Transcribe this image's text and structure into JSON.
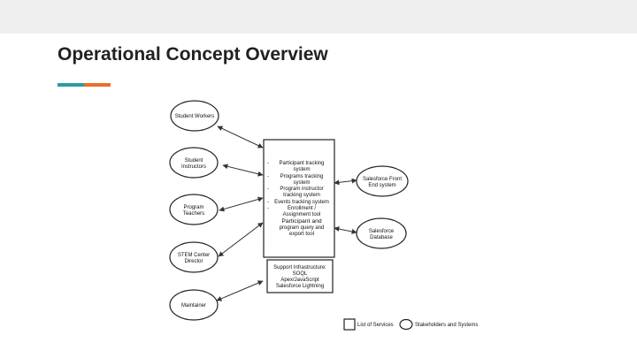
{
  "slide": {
    "title": "Operational Concept Overview",
    "colors": {
      "accent_teal": "#2e9aa4",
      "accent_orange": "#e8702a",
      "band": "#efefef"
    }
  },
  "diagram": {
    "stakeholders": [
      {
        "lines": [
          "Student Workers"
        ]
      },
      {
        "lines": [
          "Student",
          "Instructors"
        ]
      },
      {
        "lines": [
          "Program",
          "Teachers"
        ]
      },
      {
        "lines": [
          "STEM Center",
          "Director"
        ]
      },
      {
        "lines": [
          "Maintainer"
        ]
      }
    ],
    "services_box": {
      "items": [
        [
          "Participant tracking",
          "system"
        ],
        [
          "Programs tracking",
          "system"
        ],
        [
          "Program instructor",
          "tracking system"
        ],
        [
          "Events tracking system"
        ],
        [
          "Enrollment /",
          "Assignment tool"
        ]
      ],
      "extra_lines": [
        "Participant and",
        "program query and",
        "export tool"
      ]
    },
    "infrastructure_box": {
      "lines": [
        "Support Infrastructure:",
        "SOQL",
        "Apex/JavaScript",
        "Salesforce Lightning"
      ]
    },
    "systems": [
      {
        "lines": [
          "Salesforce Front",
          "End system"
        ]
      },
      {
        "lines": [
          "Salesforce",
          "Database"
        ]
      }
    ],
    "legend": {
      "services_label": "List of Services",
      "stakeholders_label": "Stakeholders and Systems"
    }
  }
}
